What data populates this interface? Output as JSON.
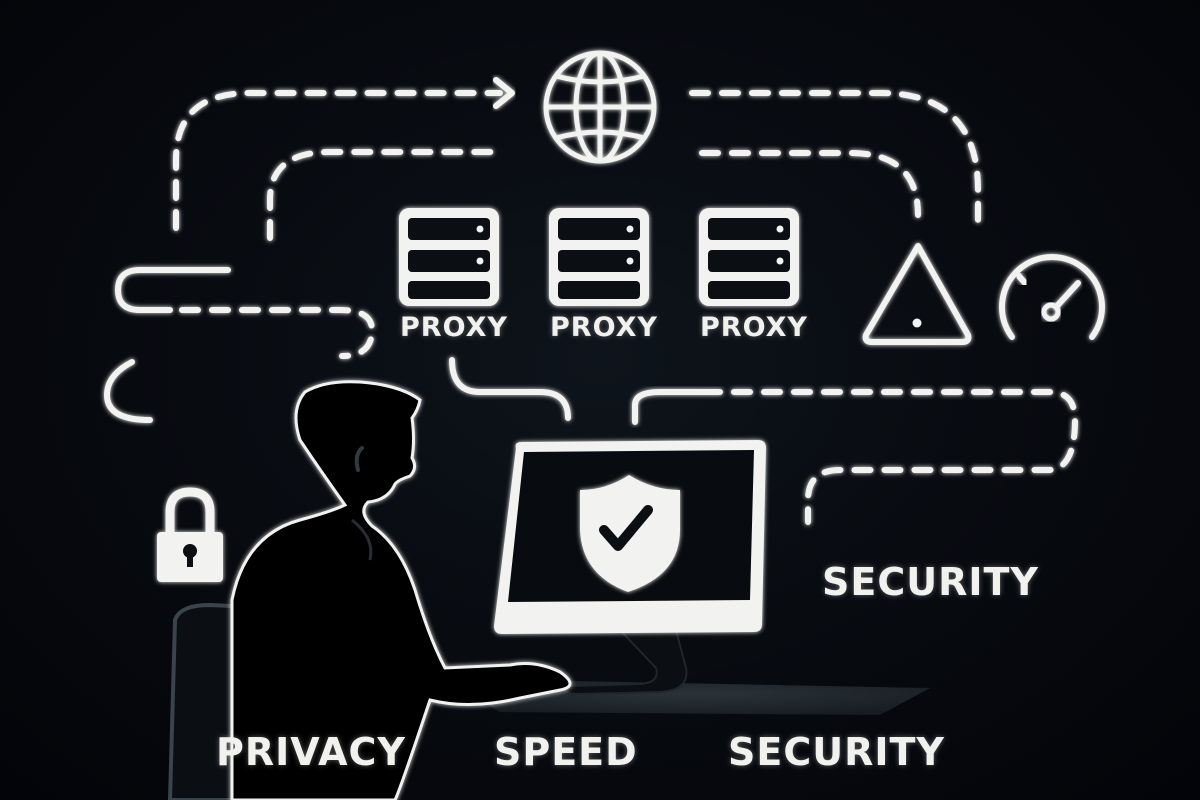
{
  "diagram": {
    "nodes": {
      "internet": {
        "icon": "globe-icon"
      },
      "proxies": [
        {
          "label": "PROXY",
          "icon": "server-icon"
        },
        {
          "label": "PROXY",
          "icon": "server-icon"
        },
        {
          "label": "PROXY",
          "icon": "server-icon"
        }
      ],
      "warning": {
        "icon": "warning-triangle-icon"
      },
      "speed": {
        "icon": "speedometer-icon"
      },
      "lock": {
        "icon": "padlock-icon"
      },
      "computer": {
        "icon": "monitor-shield-check-icon"
      },
      "user": {
        "icon": "person-silhouette"
      }
    },
    "side_label": "SECURITY",
    "bottom_labels": [
      "PRIVACY",
      "SPEED",
      "SECURITY"
    ]
  },
  "colors": {
    "background": "#05070b",
    "foreground": "#f2f2f0",
    "desk": "#2a3238"
  }
}
